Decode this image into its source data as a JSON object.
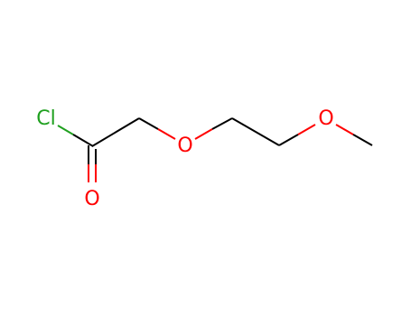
{
  "molecule": {
    "colors": {
      "carbon_bond": "#000000",
      "oxygen": "#ff0000",
      "chlorine": "#1fa01f",
      "background": "#ffffff"
    },
    "atoms": {
      "chlorine": {
        "symbol": "Cl",
        "color": "#1fa01f"
      },
      "carbonyl_oxygen": {
        "symbol": "O",
        "color": "#ff0000"
      },
      "ether_oxygen_1": {
        "symbol": "O",
        "color": "#ff0000"
      },
      "ether_oxygen_2": {
        "symbol": "O",
        "color": "#ff0000"
      }
    }
  }
}
